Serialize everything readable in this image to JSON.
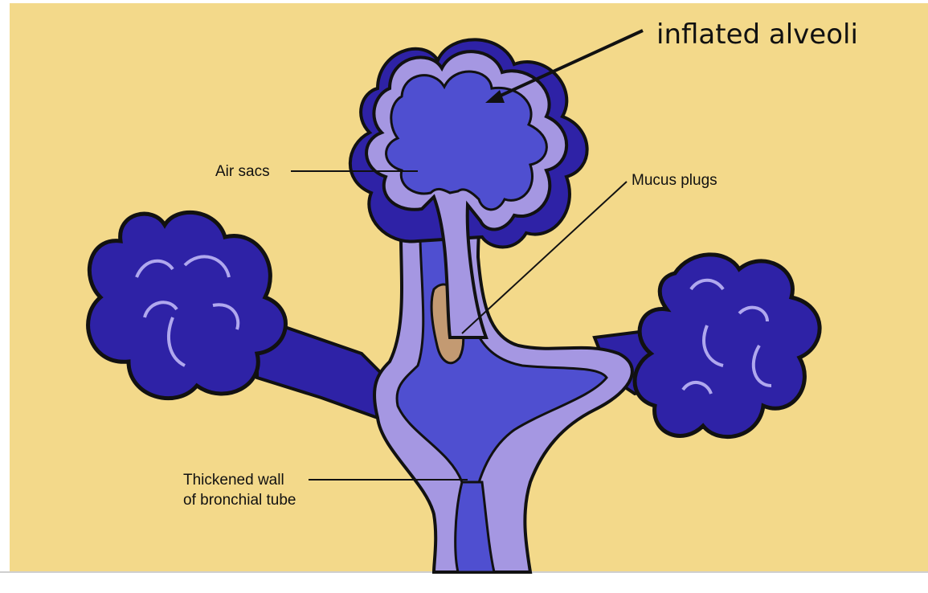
{
  "labels": {
    "inflated_alveoli": "inflated alveoli",
    "air_sacs": "Air sacs",
    "mucus_plugs": "Mucus plugs",
    "thickened_wall_line1": "Thickened wall",
    "thickened_wall_line2": "of bronchial tube"
  },
  "colors": {
    "background": "#f3d98a",
    "dark_lobe": "#2e22a6",
    "alveolar_blue": "#4f4fd0",
    "wall_lavender": "#a597e2",
    "mucus": "#c39a72",
    "outline": "#111111"
  }
}
